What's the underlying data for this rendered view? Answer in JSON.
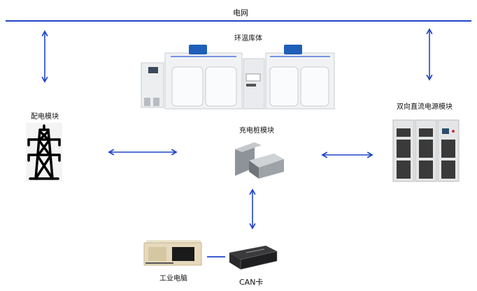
{
  "title": "电网",
  "nodes": {
    "chamber": {
      "label": "环温库体"
    },
    "distribution": {
      "label": "配电模块"
    },
    "charger": {
      "label": "充电桩模块"
    },
    "bidirectional": {
      "label": "双向直流电源模块"
    },
    "ipc": {
      "label": "工业电脑"
    },
    "can": {
      "label": "CAN卡"
    }
  },
  "colors": {
    "line": "#1f44c8",
    "accent": "#2a5bd7"
  }
}
